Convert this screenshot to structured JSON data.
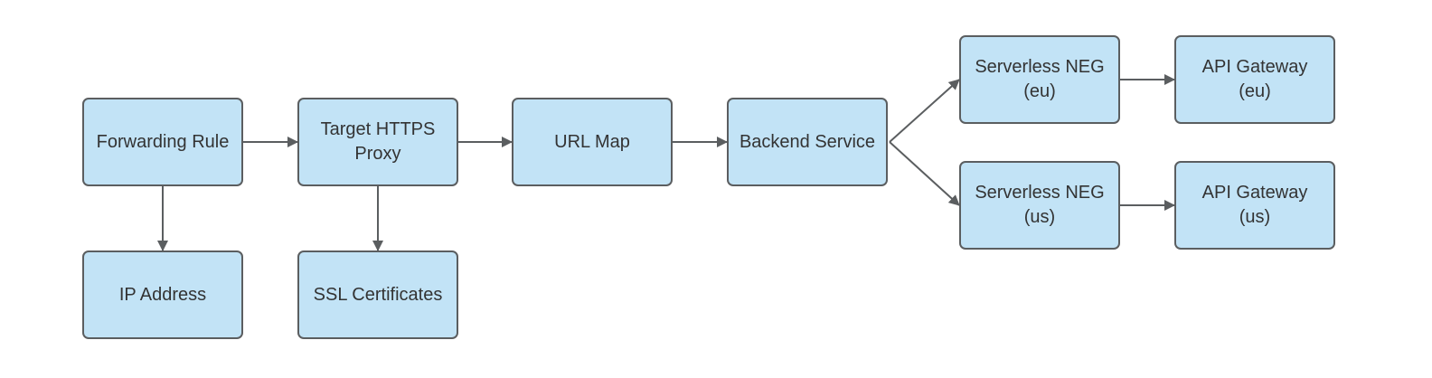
{
  "diagram": {
    "colors": {
      "node_fill": "#c2e3f6",
      "node_border": "#5b5e60",
      "text": "#333333",
      "edge": "#5b5e60"
    },
    "nodes": {
      "forwarding_rule": "Forwarding Rule",
      "target_https_proxy": "Target HTTPS\nProxy",
      "url_map": "URL Map",
      "backend_service": "Backend Service",
      "serverless_neg_eu": "Serverless NEG\n(eu)",
      "api_gateway_eu": "API Gateway\n(eu)",
      "serverless_neg_us": "Serverless NEG\n(us)",
      "api_gateway_us": "API Gateway\n(us)",
      "ip_address": "IP Address",
      "ssl_certificates": "SSL Certificates"
    },
    "edges": [
      {
        "from": "forwarding_rule",
        "to": "target_https_proxy"
      },
      {
        "from": "target_https_proxy",
        "to": "url_map"
      },
      {
        "from": "url_map",
        "to": "backend_service"
      },
      {
        "from": "backend_service",
        "to": "serverless_neg_eu"
      },
      {
        "from": "backend_service",
        "to": "serverless_neg_us"
      },
      {
        "from": "serverless_neg_eu",
        "to": "api_gateway_eu"
      },
      {
        "from": "serverless_neg_us",
        "to": "api_gateway_us"
      },
      {
        "from": "forwarding_rule",
        "to": "ip_address"
      },
      {
        "from": "target_https_proxy",
        "to": "ssl_certificates"
      }
    ]
  }
}
